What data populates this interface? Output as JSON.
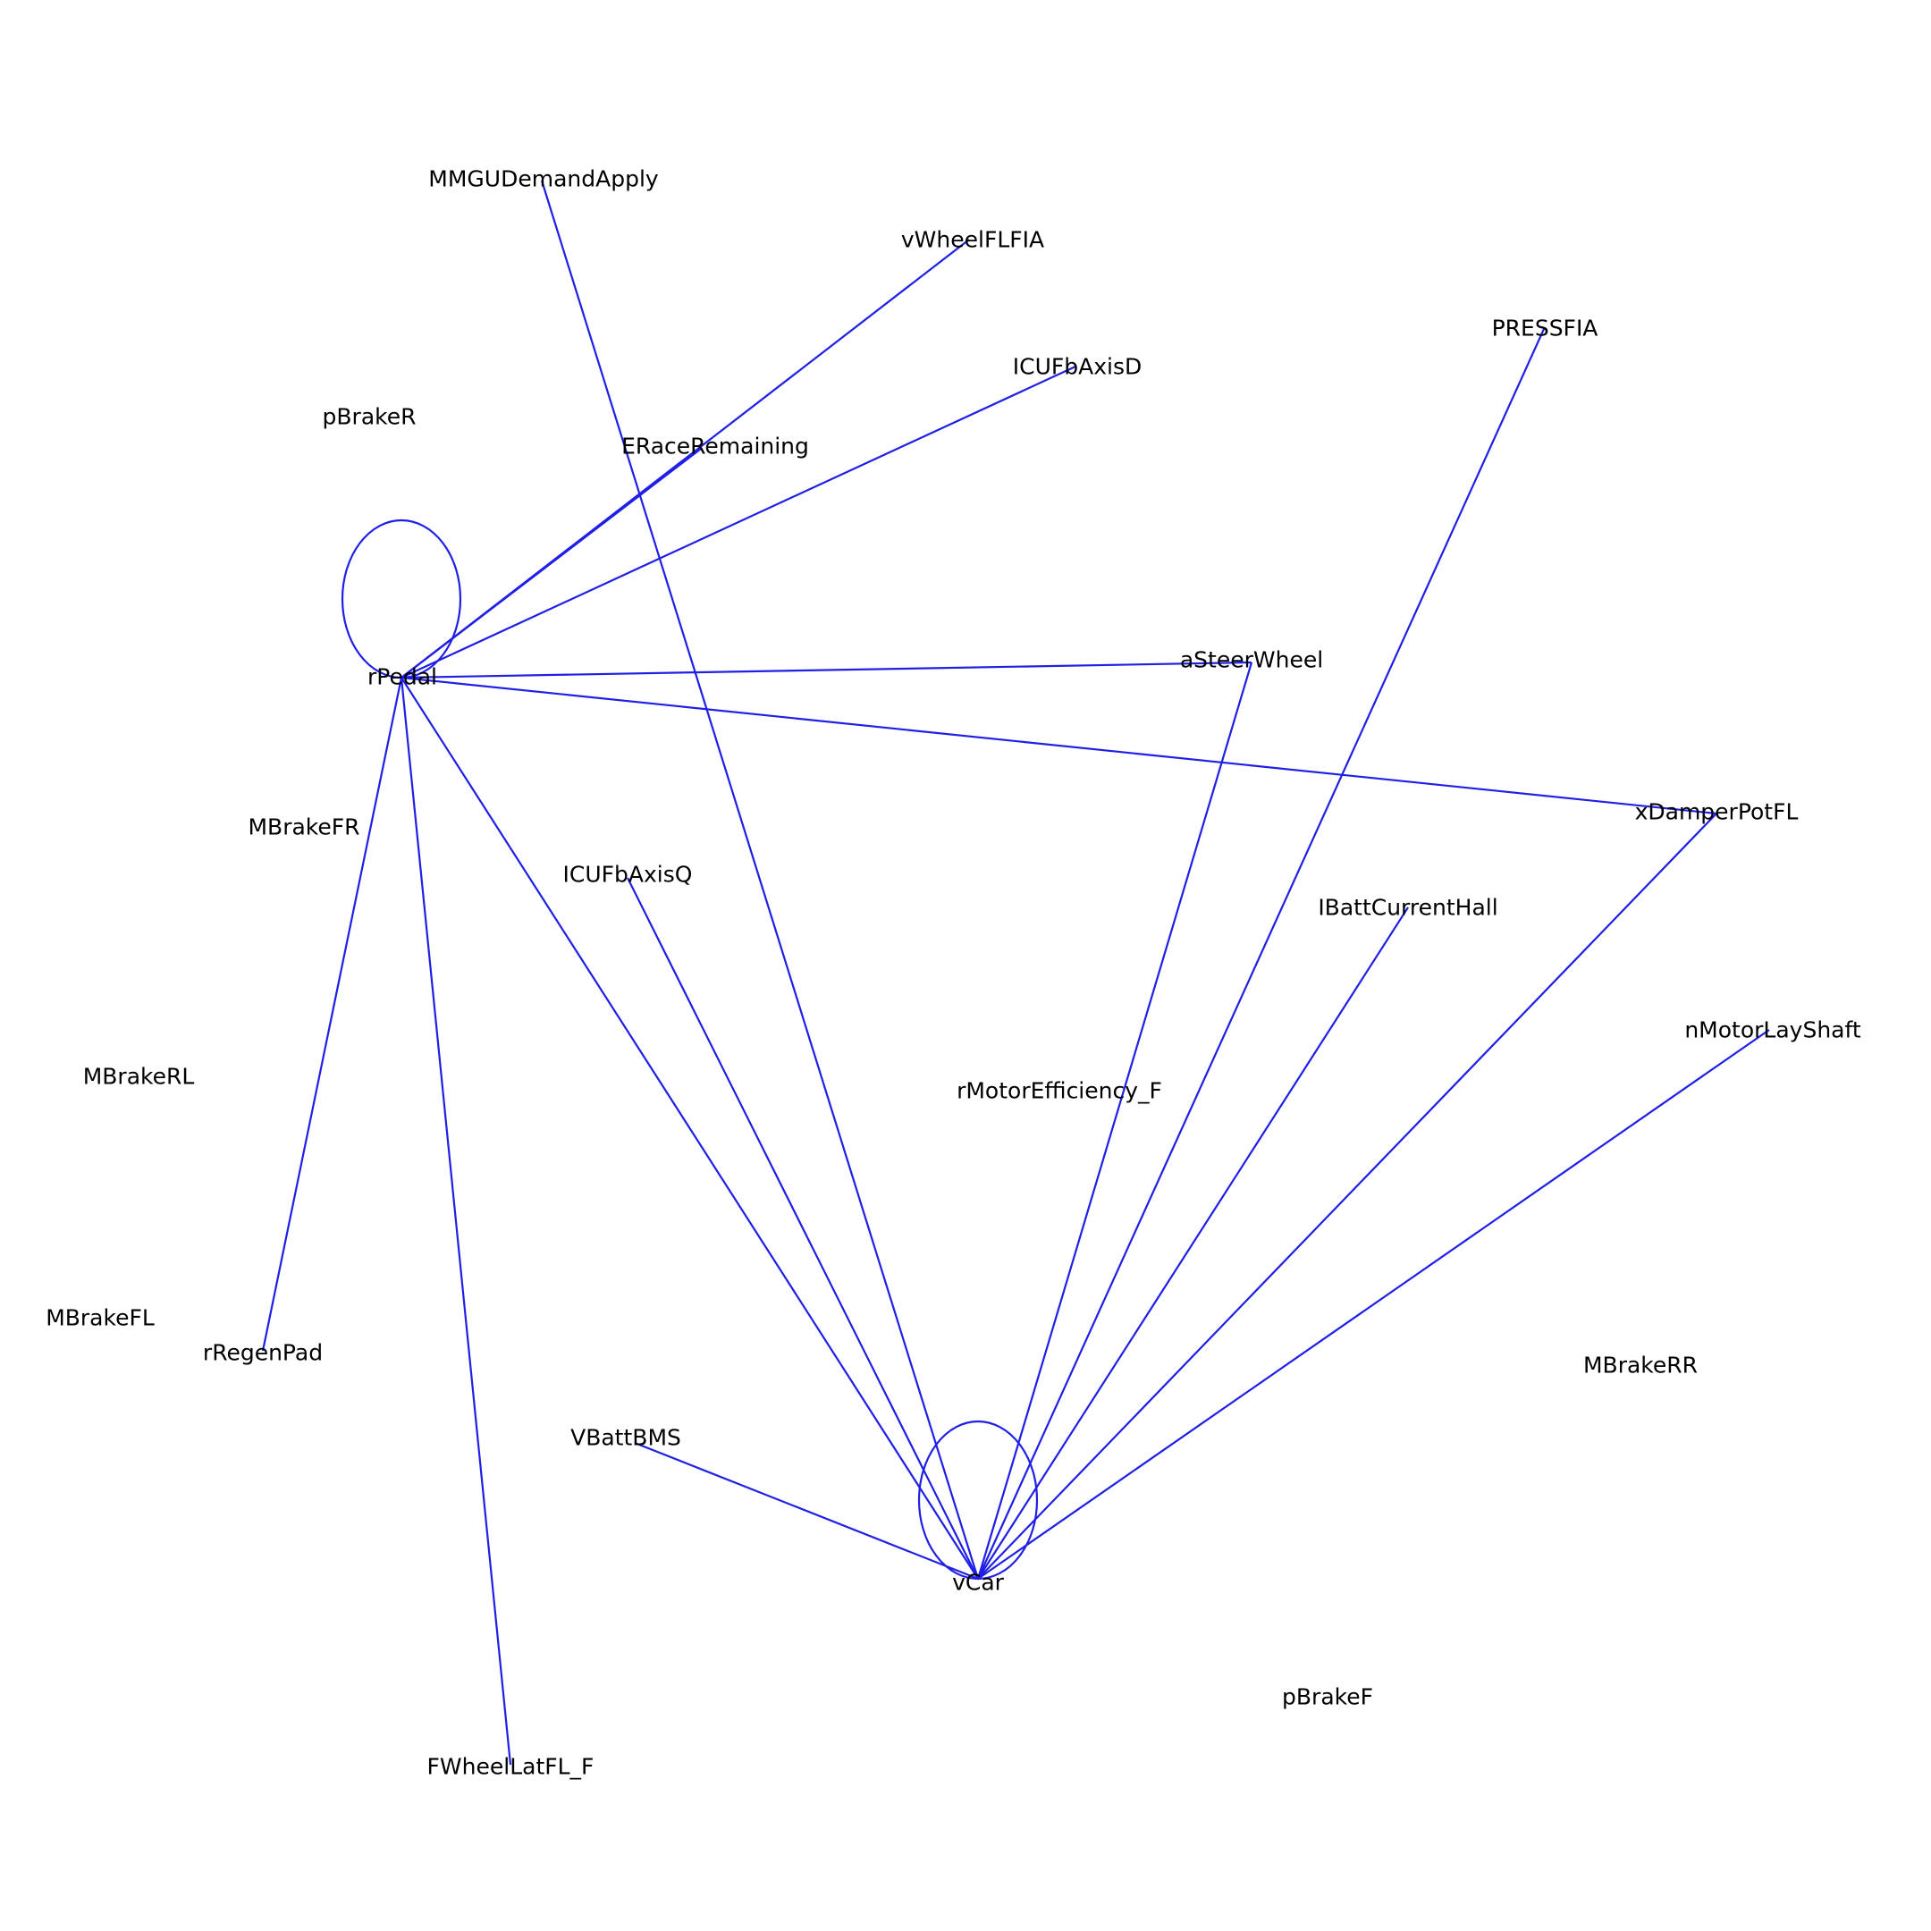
{
  "graph": {
    "edge_color": "#1f1fe6",
    "label_color": "#000000",
    "background": "#ffffff",
    "nodes": [
      {
        "id": "MMGUDemandApply",
        "label": "MMGUDemandApply"
      },
      {
        "id": "vWheelFLFIA",
        "label": "vWheelFLFIA"
      },
      {
        "id": "PRESSFIA",
        "label": "PRESSFIA"
      },
      {
        "id": "ICUFbAxisD",
        "label": "ICUFbAxisD"
      },
      {
        "id": "pBrakeR",
        "label": "pBrakeR"
      },
      {
        "id": "ERaceRemaining",
        "label": "ERaceRemaining"
      },
      {
        "id": "rPedal",
        "label": "rPedal"
      },
      {
        "id": "aSteerWheel",
        "label": "aSteerWheel"
      },
      {
        "id": "xDamperPotFL",
        "label": "xDamperPotFL"
      },
      {
        "id": "MBrakeFR",
        "label": "MBrakeFR"
      },
      {
        "id": "ICUFbAxisQ",
        "label": "ICUFbAxisQ"
      },
      {
        "id": "IBattCurrentHall",
        "label": "IBattCurrentHall"
      },
      {
        "id": "nMotorLayShaft",
        "label": "nMotorLayShaft"
      },
      {
        "id": "MBrakeRL",
        "label": "MBrakeRL"
      },
      {
        "id": "rMotorEfficiency_F",
        "label": "rMotorEfficiency_F"
      },
      {
        "id": "MBrakeFL",
        "label": "MBrakeFL"
      },
      {
        "id": "rRegenPad",
        "label": "rRegenPad"
      },
      {
        "id": "MBrakeRR",
        "label": "MBrakeRR"
      },
      {
        "id": "VBattBMS",
        "label": "VBattBMS"
      },
      {
        "id": "vCar",
        "label": "vCar"
      },
      {
        "id": "pBrakeF",
        "label": "pBrakeF"
      },
      {
        "id": "FWheelLatFL_F",
        "label": "FWheelLatFL_F"
      }
    ],
    "edges": [
      {
        "source": "rPedal",
        "target": "rPedal"
      },
      {
        "source": "rPedal",
        "target": "vWheelFLFIA"
      },
      {
        "source": "rPedal",
        "target": "ERaceRemaining"
      },
      {
        "source": "rPedal",
        "target": "ICUFbAxisD"
      },
      {
        "source": "rPedal",
        "target": "aSteerWheel"
      },
      {
        "source": "rPedal",
        "target": "xDamperPotFL"
      },
      {
        "source": "rPedal",
        "target": "rRegenPad"
      },
      {
        "source": "rPedal",
        "target": "FWheelLatFL_F"
      },
      {
        "source": "rPedal",
        "target": "vCar"
      },
      {
        "source": "vCar",
        "target": "vCar"
      },
      {
        "source": "vCar",
        "target": "MMGUDemandApply"
      },
      {
        "source": "vCar",
        "target": "PRESSFIA"
      },
      {
        "source": "vCar",
        "target": "aSteerWheel"
      },
      {
        "source": "vCar",
        "target": "xDamperPotFL"
      },
      {
        "source": "vCar",
        "target": "ICUFbAxisQ"
      },
      {
        "source": "vCar",
        "target": "IBattCurrentHall"
      },
      {
        "source": "vCar",
        "target": "nMotorLayShaft"
      },
      {
        "source": "vCar",
        "target": "VBattBMS"
      }
    ]
  }
}
